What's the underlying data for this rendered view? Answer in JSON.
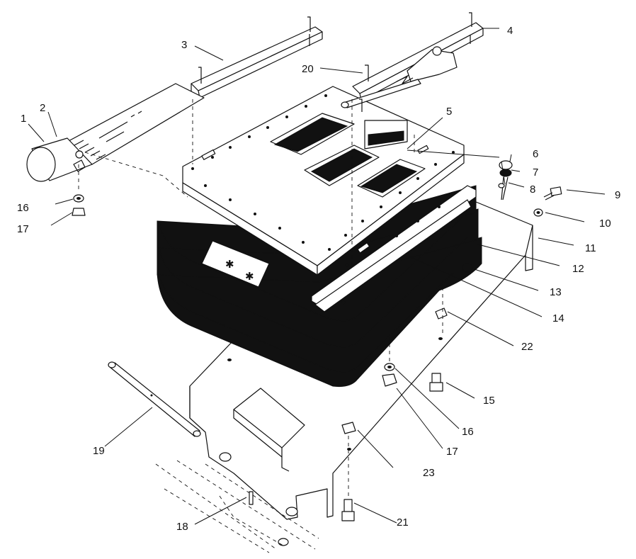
{
  "callouts": [
    {
      "id": "c1",
      "label": "1"
    },
    {
      "id": "c2",
      "label": "2"
    },
    {
      "id": "c3",
      "label": "3"
    },
    {
      "id": "c4",
      "label": "4"
    },
    {
      "id": "c5",
      "label": "5"
    },
    {
      "id": "c6",
      "label": "6"
    },
    {
      "id": "c7",
      "label": "7"
    },
    {
      "id": "c8",
      "label": "8"
    },
    {
      "id": "c9",
      "label": "9"
    },
    {
      "id": "c10",
      "label": "10"
    },
    {
      "id": "c11",
      "label": "11"
    },
    {
      "id": "c12",
      "label": "12"
    },
    {
      "id": "c13",
      "label": "13"
    },
    {
      "id": "c14",
      "label": "14"
    },
    {
      "id": "c15",
      "label": "15"
    },
    {
      "id": "c16a",
      "label": "16"
    },
    {
      "id": "c16b",
      "label": "16"
    },
    {
      "id": "c17a",
      "label": "17"
    },
    {
      "id": "c17b",
      "label": "17"
    },
    {
      "id": "c18",
      "label": "18"
    },
    {
      "id": "c19",
      "label": "19"
    },
    {
      "id": "c20",
      "label": "20"
    },
    {
      "id": "c21",
      "label": "21"
    },
    {
      "id": "c22",
      "label": "22"
    },
    {
      "id": "c23",
      "label": "23"
    }
  ]
}
